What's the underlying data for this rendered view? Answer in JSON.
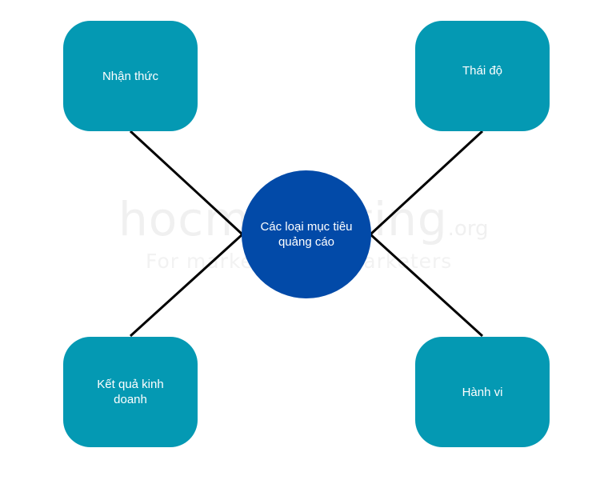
{
  "watermark": {
    "brand": "hocmarketing",
    "tld": ".org",
    "tagline": "For marketers, by marketers"
  },
  "center": {
    "label": "Các loại mục tiêu quảng cáo"
  },
  "nodes": [
    {
      "id": "top-left",
      "label": "Nhận thức"
    },
    {
      "id": "top-right",
      "label": "Thái độ"
    },
    {
      "id": "bottom-left",
      "label": "Kết quả kinh doanh"
    },
    {
      "id": "bottom-right",
      "label": "Hành vi"
    }
  ],
  "colors": {
    "node": "#0499b3",
    "center": "#024aa8",
    "connector": "#000000"
  }
}
